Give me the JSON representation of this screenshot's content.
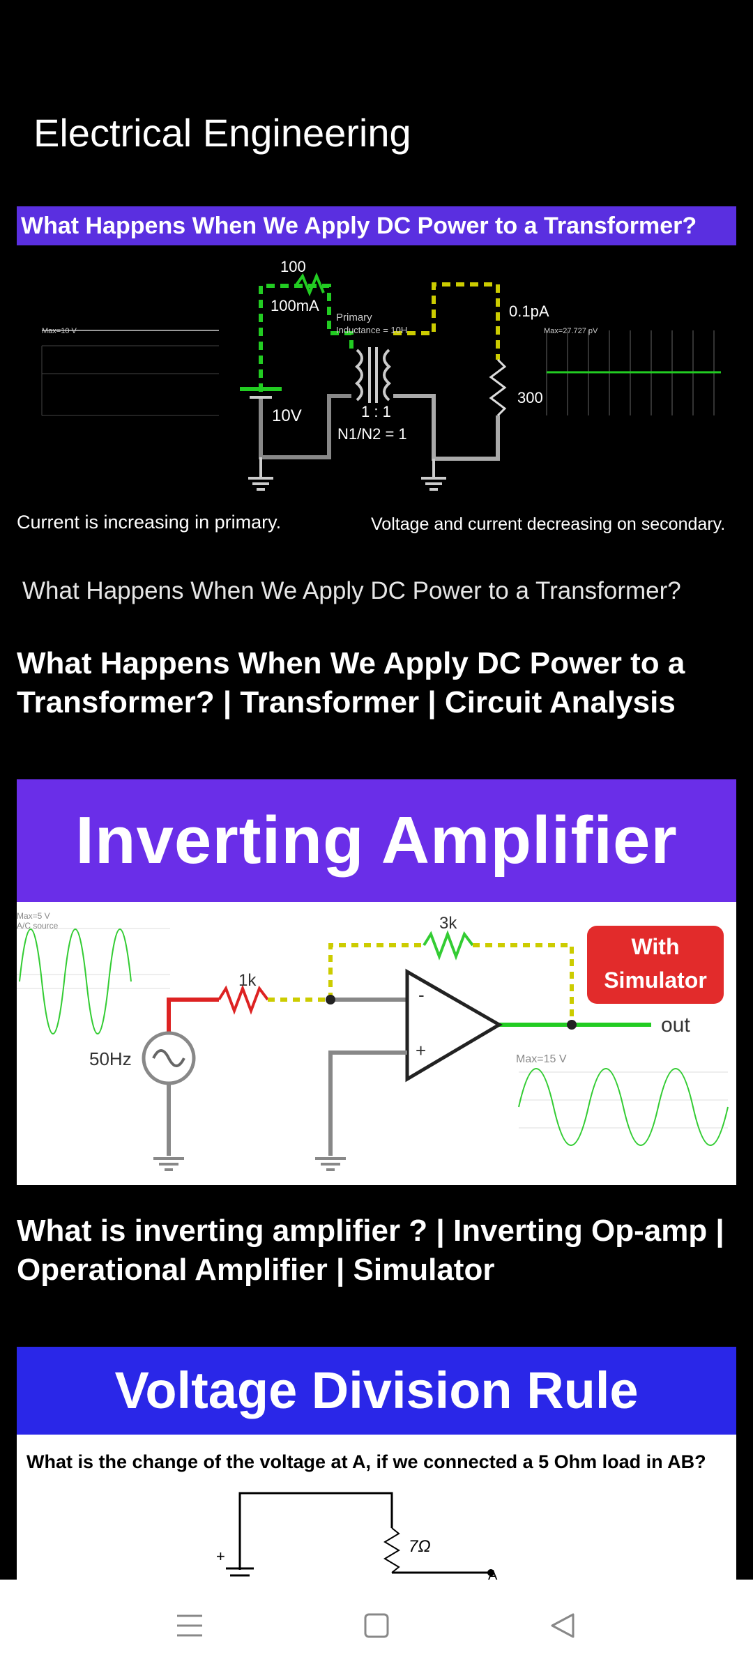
{
  "header": {
    "title": "Electrical Engineering"
  },
  "videos": [
    {
      "thumb_banner": "What Happens When We Apply DC Power to a Transformer?",
      "thumb_labels": {
        "resistor_top": "100",
        "current_primary": "100mA",
        "primary": "Primary",
        "inductance": "Inductance = 10H",
        "current_secondary": "0.1pA",
        "max_left": "Max=10 V",
        "max_right": "Max=27.727 pV",
        "resistor_right": "300",
        "source": "10V",
        "ratio": "1 : 1",
        "turns": "N1/N2 = 1"
      },
      "caption_left": "Current is increasing in primary.",
      "caption_right": "Voltage and current decreasing on secondary.",
      "subtitle": "What Happens When We Apply DC Power to a Transformer?",
      "title": "What Happens When We Apply DC Power to a Transformer? | Transformer | Circuit Analysis"
    },
    {
      "thumb_banner": "Inverting Amplifier",
      "badge_line1": "With",
      "badge_line2": "Simulator",
      "thumb_labels": {
        "max_in": "Max=5 V",
        "ac_source": "A/C source",
        "r_feedback": "3k",
        "r_input": "1k",
        "freq": "50Hz",
        "minus": "-",
        "plus": "+",
        "out": "out",
        "max_out": "Max=15 V"
      },
      "title": "What is inverting amplifier ? | Inverting Op-amp | Operational Amplifier | Simulator"
    },
    {
      "thumb_banner": "Voltage Division Rule",
      "question": "What is the change of the voltage at A, if we connected a 5 Ohm load in AB?",
      "thumb_labels": {
        "resistor": "7Ω",
        "node": "A",
        "plus": "+"
      }
    }
  ],
  "colors": {
    "accent_purple": "#5a2fe0",
    "badge_red": "#e22b2b",
    "wire_green": "#22cc22"
  },
  "nav": {
    "menu": "menu-icon",
    "home": "home-icon",
    "back": "back-icon"
  }
}
